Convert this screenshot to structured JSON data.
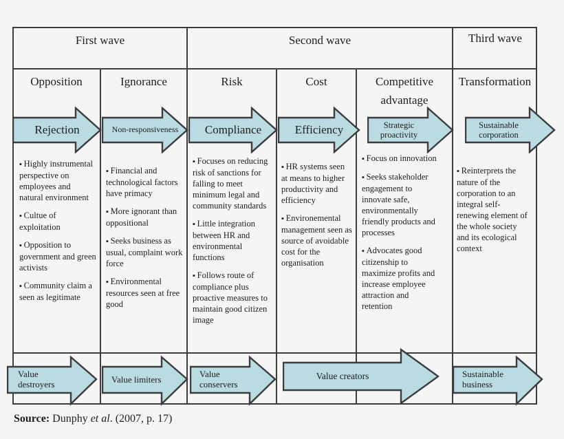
{
  "colors": {
    "arrow_fill": "#b9dbe1",
    "line": "#3c3c3c",
    "background": "#f5f5f5",
    "text": "#1e1e1e"
  },
  "waves": {
    "first": "First wave",
    "second": "Second wave",
    "third": "Third wave"
  },
  "columns": [
    {
      "header": "Opposition",
      "arrow": "Rejection",
      "bullets": [
        "Highly instrumental perspective on employees and natural environment",
        "Cultue of exploitation",
        "Opposition to government and green activists",
        "Community claim a seen as legitimate"
      ]
    },
    {
      "header": "Ignorance",
      "arrow": "Non-responsiveness",
      "bullets": [
        "Financial and technological factors have primacy",
        "More ignorant than oppositional",
        "Seeks business as usual, complaint work force",
        "Environmental resources seen at free good"
      ]
    },
    {
      "header": "Risk",
      "arrow": "Compliance",
      "bullets": [
        "Focuses on reducing risk of sanctions for falling to meet minimum legal and community standards",
        "Little integration between HR and environmental functions",
        "Follows route of compliance plus proactive measures to maintain good citizen image"
      ]
    },
    {
      "header": "Cost",
      "arrow": "Efficiency",
      "bullets": [
        "HR systems seen at means to higher productivity and efficiency",
        "Environemental management seen as source of avoidable cost for the organisation"
      ]
    },
    {
      "header": "Competitive advantage",
      "arrow": "Strategic proactivity",
      "bullets": [
        "Focus on innovation",
        "Seeks stakeholder engagement to innovate safe, environmentally friendly products and processes",
        "Advocates good citizenship to maximize profits and increase employee attraction and retention"
      ]
    },
    {
      "header": "Transformation",
      "arrow": "Sustainable corporation",
      "bullets": [
        "Reinterprets the nature of the corporation to an integral self-renewing element of the whole society and its ecological context"
      ]
    }
  ],
  "bottom_arrows": [
    "Value destroyers",
    "Value limiters",
    "Value conservers",
    "Value creators",
    "Sustainable business"
  ],
  "source": {
    "label": "Source:",
    "name": " Dunphy ",
    "etal": "et al",
    "rest": ". (2007, p. 17)"
  }
}
